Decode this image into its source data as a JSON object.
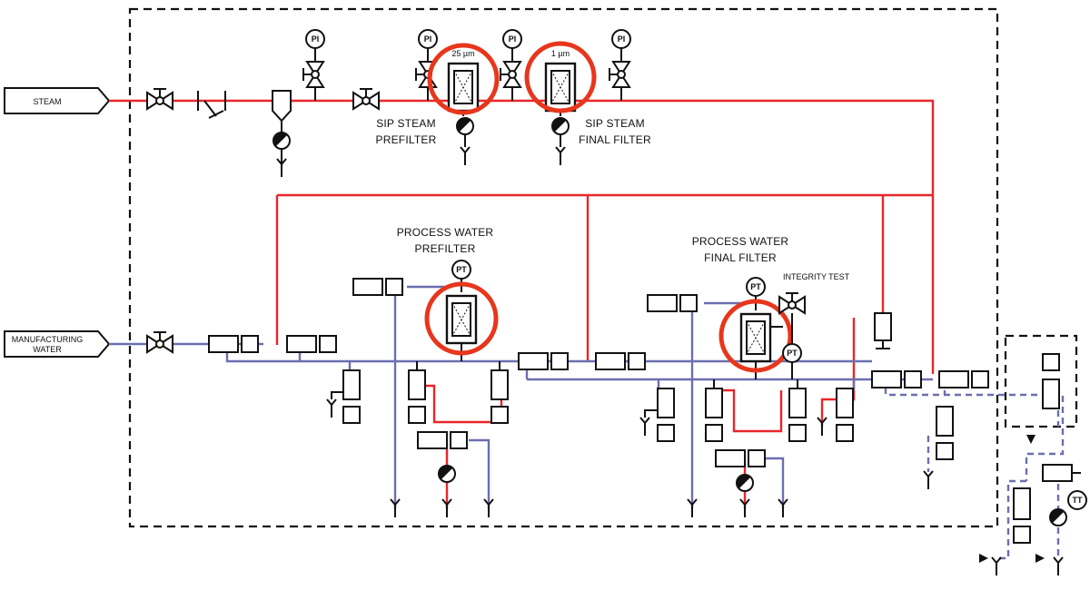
{
  "inputs": {
    "steam": "STEAM",
    "water_line1": "MANUFACTURING",
    "water_line2": "WATER"
  },
  "steam_filters": {
    "prefilter_rating": "25 µm",
    "final_rating": "1 µm",
    "prefilter_label_line1": "SIP STEAM",
    "prefilter_label_line2": "PREFILTER",
    "final_label_line1": "SIP STEAM",
    "final_label_line2": "FINAL FILTER"
  },
  "process_filters": {
    "prefilter_line1": "PROCESS WATER",
    "prefilter_line2": "PREFILTER",
    "final_line1": "PROCESS WATER",
    "final_line2": "FINAL FILTER",
    "integrity_test": "INTEGRITY TEST"
  },
  "instruments": {
    "pi": "PI",
    "pt": "PT",
    "tt": "TT"
  },
  "colors": {
    "steam_line": "#e8262a",
    "water_line": "#6b6fb0",
    "highlight_ring": "#e8361c",
    "outline": "#111111"
  }
}
